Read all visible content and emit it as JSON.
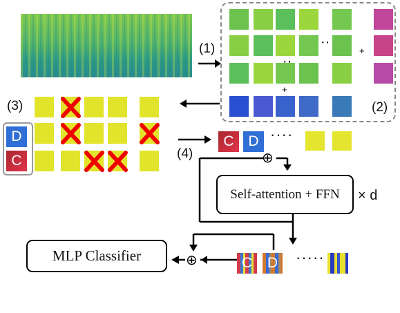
{
  "steps": {
    "s1": "(1)",
    "s2": "(2)",
    "s3": "(3)",
    "s4": "(4)"
  },
  "tokens": {
    "dist": "D",
    "cls": "C"
  },
  "plus": "+",
  "ellipsis_dots": "····",
  "ellipsis_dots_2": "·····",
  "vdots": "··",
  "transformer": {
    "label": "Self-attention + FFN",
    "repeat": "× d"
  },
  "classifier": {
    "label": "MLP Classifier"
  },
  "sum_symbol": "⊕",
  "colors": {
    "token_d": "#2f6fd6",
    "token_c": "#c93038",
    "mask_x": "#f00000",
    "patch_yellow": "#e2e42c"
  }
}
